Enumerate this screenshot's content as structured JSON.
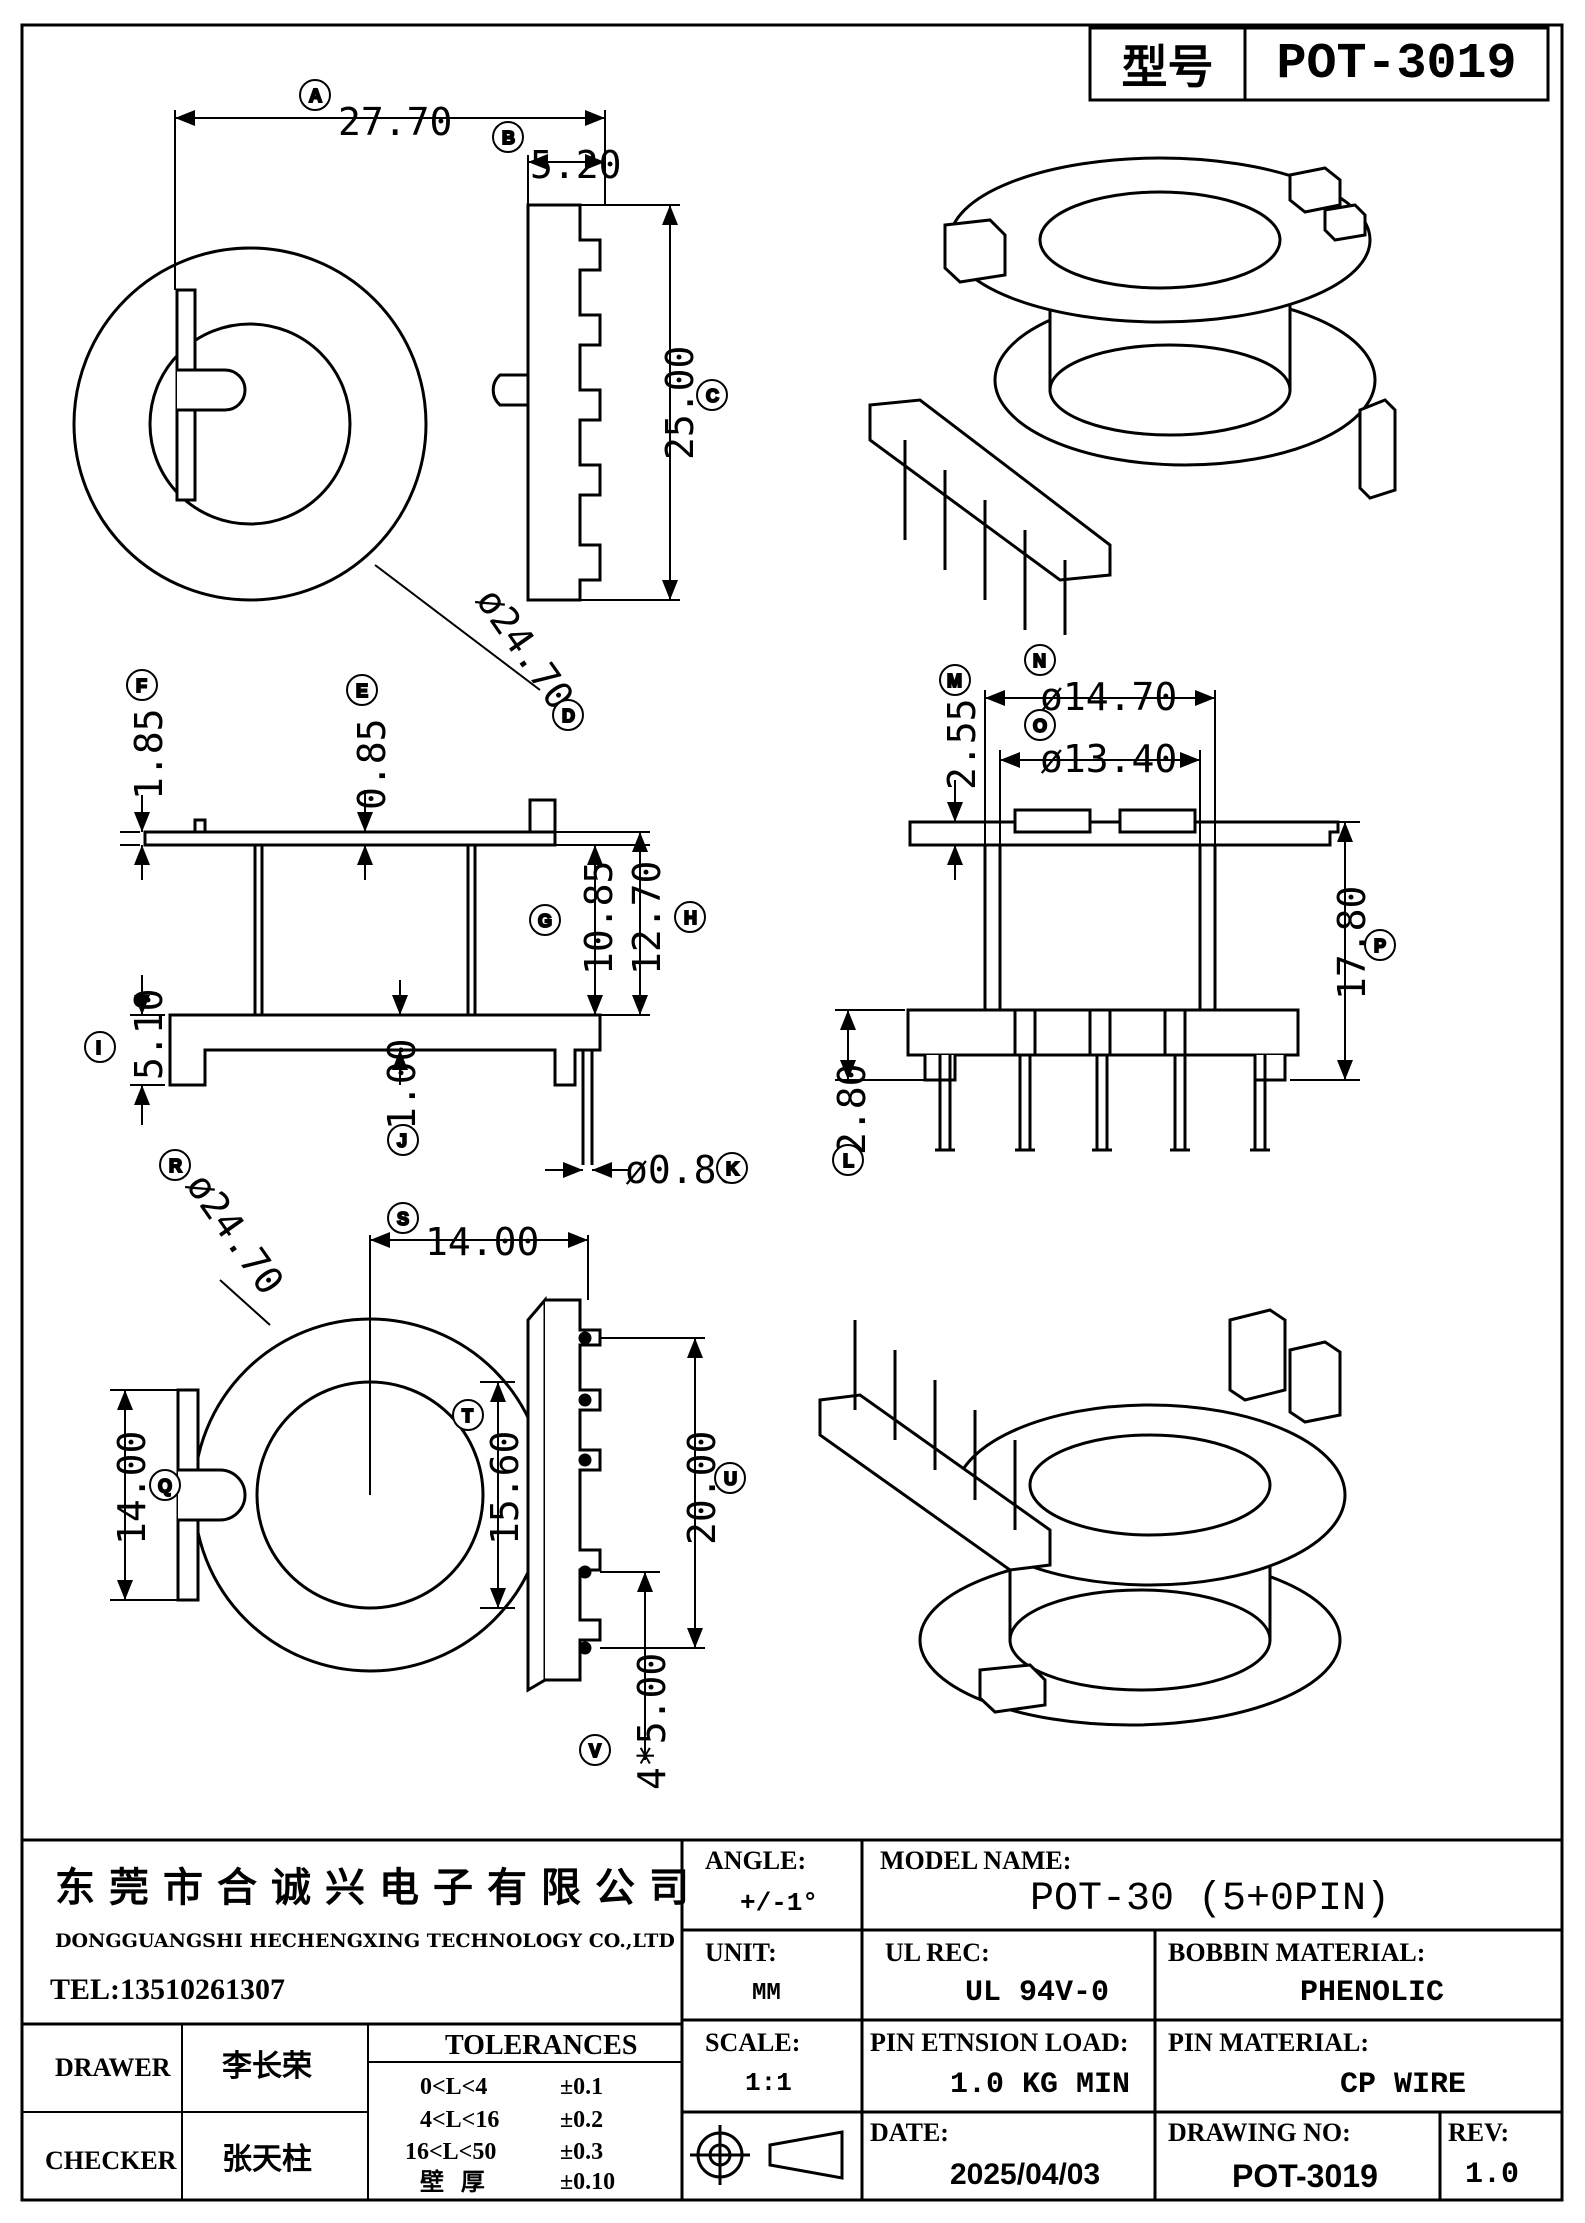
{
  "header": {
    "model_label": "型号",
    "model_value": "POT-3019"
  },
  "dimensions": {
    "A": "27.70",
    "B": "5.20",
    "C": "25.00",
    "D": "ø24.70",
    "E": "0.85",
    "F": "1.85",
    "G": "10.85",
    "H": "12.70",
    "I": "5.10",
    "J": "1.00",
    "K": "ø0.80",
    "L": "2.80",
    "M": "2.55",
    "N": "ø14.70",
    "O": "ø13.40",
    "P": "17.80",
    "Q": "14.00",
    "R": "ø24.70",
    "S": "14.00",
    "T": "15.60",
    "U": "20.00",
    "V": "4*5.00"
  },
  "callouts": [
    "A",
    "B",
    "C",
    "D",
    "E",
    "F",
    "G",
    "H",
    "I",
    "J",
    "K",
    "L",
    "M",
    "N",
    "O",
    "P",
    "Q",
    "R",
    "S",
    "T",
    "U",
    "V"
  ],
  "title_block": {
    "company_cn": "东莞市合诚兴电子有限公司",
    "company_en": "DONGGUANGSHI HECHENGXING TECHNOLOGY CO.,LTD",
    "tel": "TEL:13510261307",
    "drawer_label": "DRAWER",
    "drawer_name": "李长荣",
    "checker_label": "CHECKER",
    "checker_name": "张天柱",
    "tolerances_label": "TOLERANCES",
    "tolerances": [
      {
        "range": "0<L<4",
        "value": "±0.1"
      },
      {
        "range": "4<L<16",
        "value": "±0.2"
      },
      {
        "range": "16<L<50",
        "value": "±0.3"
      },
      {
        "range": "壁  厚",
        "value": "±0.10"
      }
    ],
    "angle_label": "ANGLE:",
    "angle_value": "+/-1°",
    "unit_label": "UNIT:",
    "unit_value": "MM",
    "scale_label": "SCALE:",
    "scale_value": "1:1",
    "model_name_label": "MODEL NAME:",
    "model_name_value": "POT-30 (5+0PIN)",
    "ul_label": "UL REC:",
    "ul_value": "UL 94V-0",
    "bobbin_label": "BOBBIN MATERIAL:",
    "bobbin_value": "PHENOLIC",
    "pin_load_label": "PIN ETNSION LOAD:",
    "pin_load_value": "1.0 KG MIN",
    "pin_material_label": "PIN MATERIAL:",
    "pin_material_value": "CP WIRE",
    "date_label": "DATE:",
    "date_value": "2025/04/03",
    "drawing_no_label": "DRAWING NO:",
    "drawing_no_value": "POT-3019",
    "rev_label": "REV:",
    "rev_value": "1.0"
  }
}
